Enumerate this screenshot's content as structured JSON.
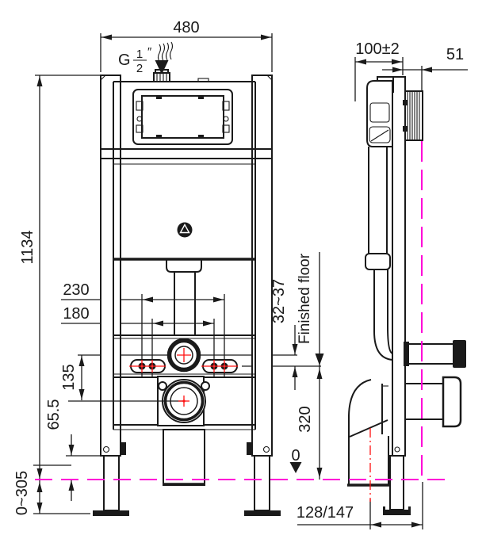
{
  "front": {
    "dim_width": "480",
    "inlet": {
      "g": "G",
      "num": "1",
      "den": "2",
      "prime": "″"
    },
    "dim_height": "1134",
    "dim_bolts_outer": "230",
    "dim_bolts_inner": "180",
    "dim_outlet_drop": "135",
    "dim_rail_to_floor": "65.5",
    "dim_floor_range": "0~305",
    "dim_floor_band": "32~37",
    "finished_floor_label": "Finished floor"
  },
  "side": {
    "dim_depth": "100±2",
    "dim_sleeve": "51",
    "dim_drain_height": "320",
    "datum_zero": "0",
    "dim_drain_offset": "128/147"
  },
  "colors": {
    "line": "#1a1a1a",
    "floor_line": "#ff00d7",
    "centerline_red": "#ff1111",
    "background": "#ffffff"
  }
}
